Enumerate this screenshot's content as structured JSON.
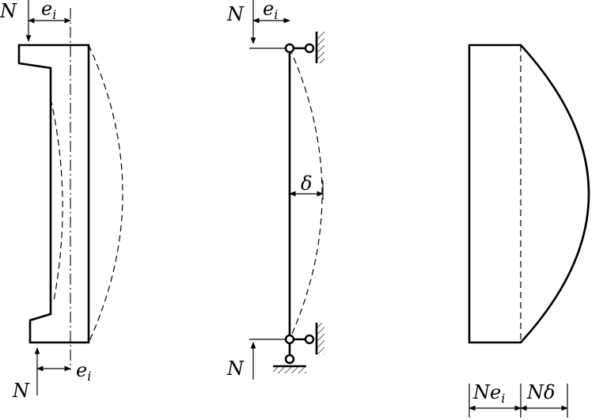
{
  "labels": {
    "n": "N",
    "e": "e",
    "i": "i",
    "delta": "δ",
    "ne": "Ne",
    "n_delta": "Nδ"
  }
}
